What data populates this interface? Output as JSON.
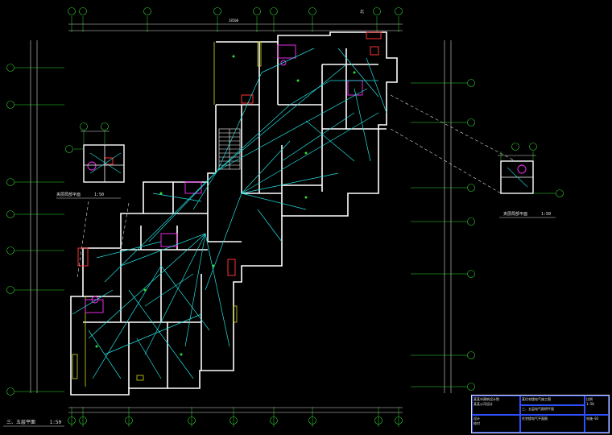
{
  "drawing": {
    "main_plan_label": "三、五层平面",
    "main_plan_scale": "1:50",
    "left_inset_label": "夹层局部平面",
    "left_inset_scale": "1:50",
    "right_inset_label": "夹层局部平面",
    "right_inset_scale": "1:50",
    "north_mark": "北",
    "top_total_dim": "28500"
  },
  "title_block": {
    "unit_line1": "某某市建筑设计院",
    "unit_line2": "某某公司设计",
    "project": "某住宅楼电气施工图",
    "sheet_title": "三、五层电气照明平面",
    "subtitle": "住宅楼电气平面图",
    "scale_label": "比例",
    "scale": "1:50",
    "sheet_no": "电施-03",
    "sign_label": "设计",
    "check_label": "校对"
  },
  "colors": {
    "background": "#000000",
    "wall": "#ffffff",
    "axis": "#33dd33",
    "wiring": "#22e0e0",
    "device": "#ff2fff",
    "window": "#ff3333",
    "border": "#cccccc",
    "yellow": "#d8d820",
    "blue": "#2f4fff"
  }
}
